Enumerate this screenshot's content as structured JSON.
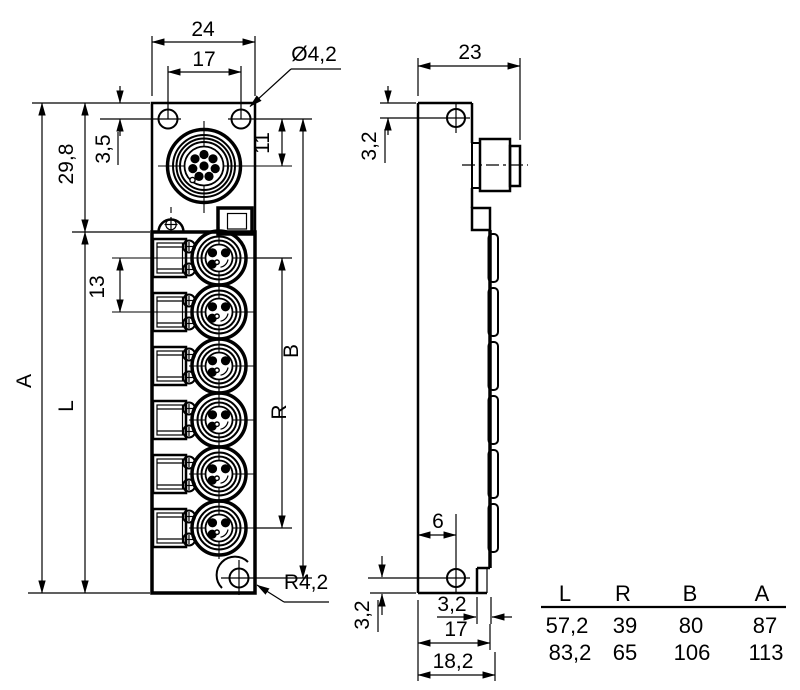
{
  "drawing_type": "dimension-drawing",
  "front": {
    "width_total": "24",
    "hole_spacing": "17",
    "hole_diameter": "Ø4,2",
    "hole_edge_offset": "3,5",
    "head_height": "29,8",
    "m12_offset": "11",
    "port_pitch": "13",
    "height_total_var": "A",
    "body_length_var": "L",
    "hole_span_var": "B",
    "port_span_var": "R",
    "corner_radius": "R4,2"
  },
  "side": {
    "depth_total": "23",
    "top_hole_offset": "3,2",
    "bottom_hole_inset": "6",
    "bottom_hole_offset": "3,2",
    "flange_step": "3,2",
    "depth_body": "17",
    "depth_overall": "18,2"
  },
  "table": {
    "headers": [
      "L",
      "R",
      "B",
      "A"
    ],
    "rows": [
      [
        "57,2",
        "39",
        "80",
        "87"
      ],
      [
        "83,2",
        "65",
        "106",
        "113"
      ]
    ]
  },
  "colors": {
    "line": "#000000",
    "background": "#ffffff"
  }
}
